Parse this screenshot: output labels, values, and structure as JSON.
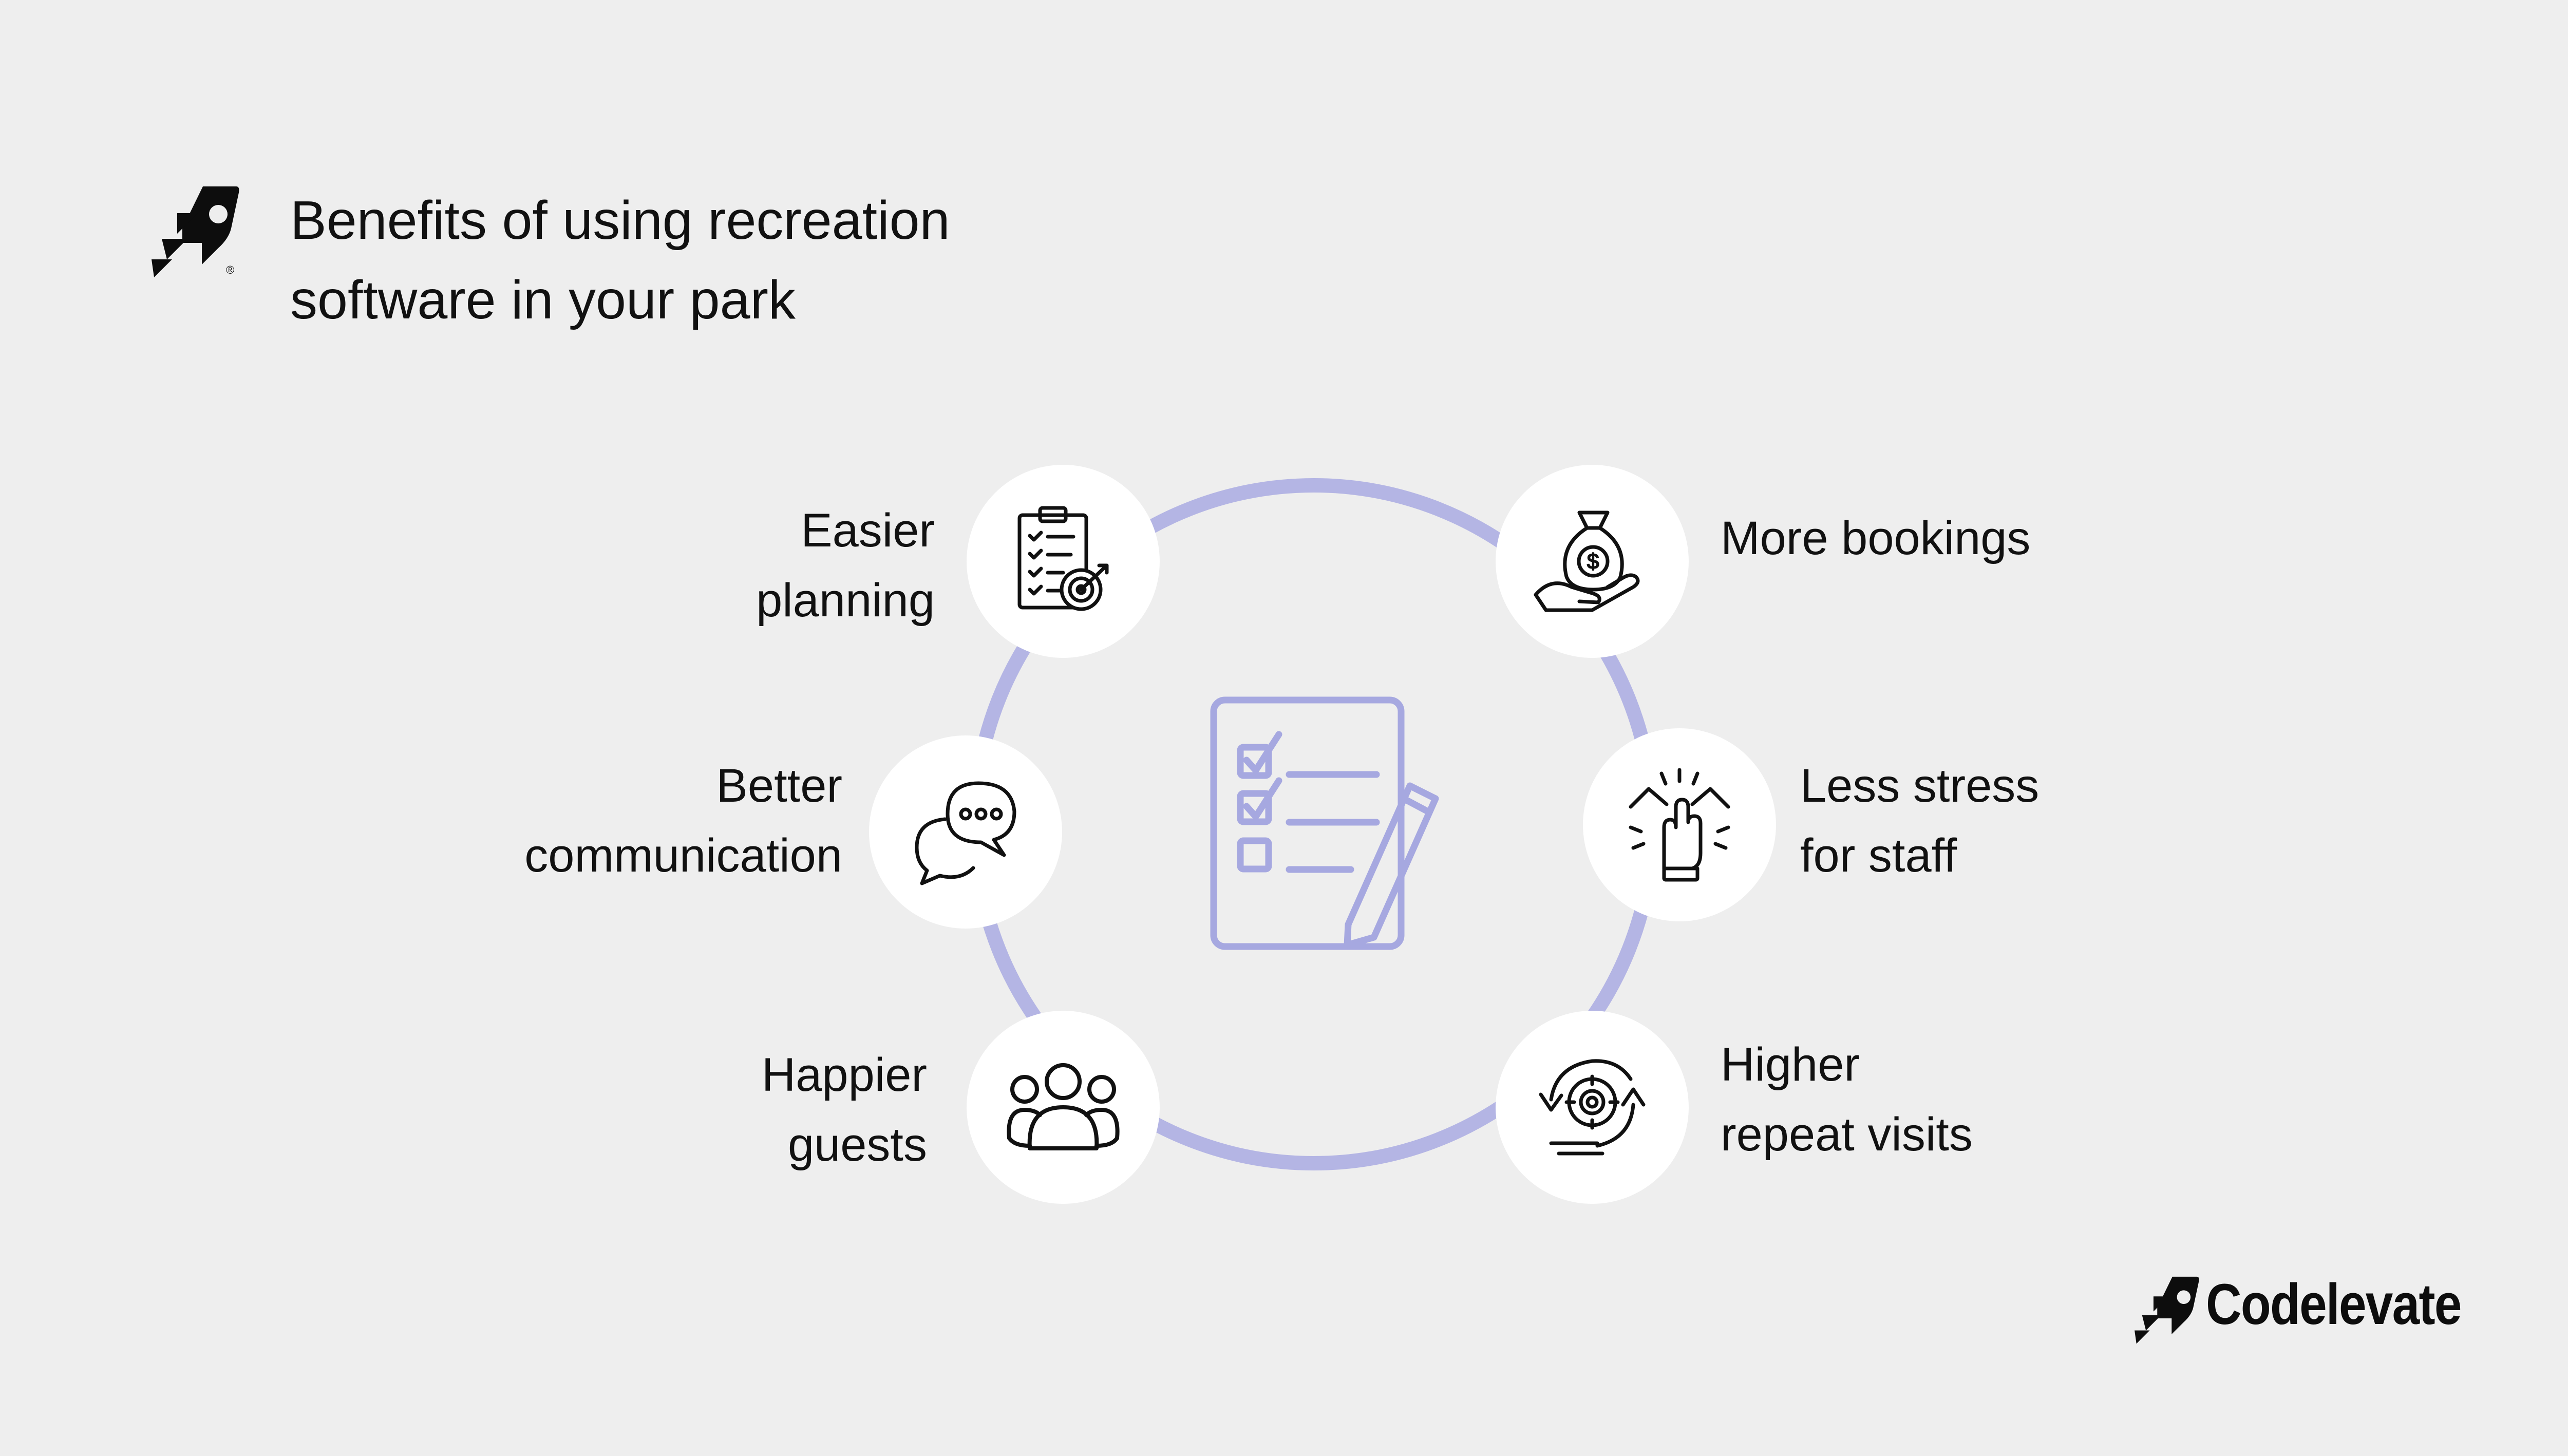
{
  "header": {
    "title_line1": "Benefits of using recreation",
    "title_line2": "software in your park"
  },
  "diagram": {
    "ring_color": "#b4b5e4",
    "center_icon": "checklist-pencil-icon",
    "benefits": [
      {
        "line1": "Easier",
        "line2": "planning",
        "icon": "clipboard-target-icon"
      },
      {
        "line1": "More bookings",
        "line2": "",
        "icon": "money-bag-hand-icon"
      },
      {
        "line1": "Better",
        "line2": "communication",
        "icon": "chat-bubbles-icon"
      },
      {
        "line1": "Less stress",
        "line2": "for staff",
        "icon": "raised-hand-icon"
      },
      {
        "line1": "Happier",
        "line2": "guests",
        "icon": "group-people-icon"
      },
      {
        "line1": "Higher",
        "line2": "repeat visits",
        "icon": "cycle-gear-icon"
      }
    ]
  },
  "footer": {
    "brand_name": "Codelevate",
    "registered_mark": "®"
  }
}
